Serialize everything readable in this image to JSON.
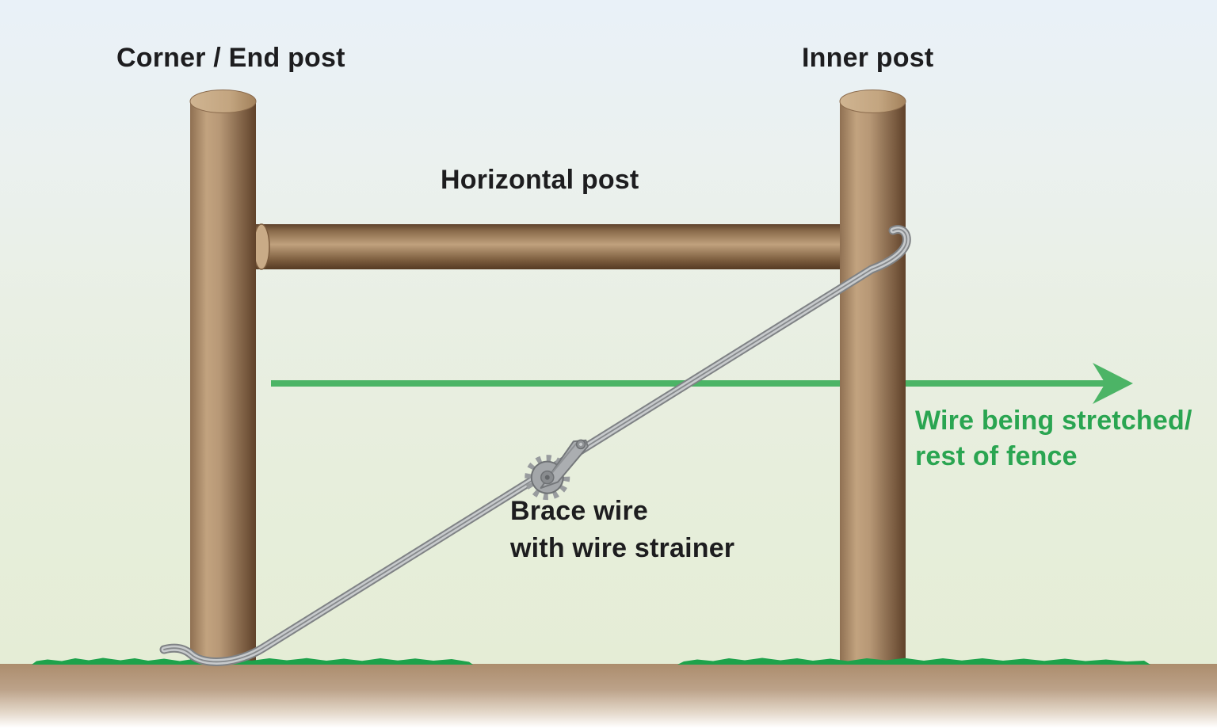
{
  "diagram": {
    "corner_post_label": "Corner / End post",
    "inner_post_label": "Inner post",
    "horizontal_post_label": "Horizontal post",
    "brace_wire_label": {
      "line1": "Brace wire",
      "line2": "with wire strainer"
    },
    "stretch_label": {
      "line1": "Wire being stretched/",
      "line2": "rest of fence"
    },
    "colors": {
      "label_text": "#1d1d1f",
      "stretch_text_green": "#2aa551",
      "arrow_green": "#4cb466",
      "grass_green": "#1ea24b",
      "post_brown_highlight": "#c3a480",
      "post_brown_dark": "#60422a",
      "soil_brown": "#ac8d6d",
      "wire_gray_light": "#c7cacc",
      "wire_gray_dark": "#7f8285",
      "sky_top": "#e9f1f8",
      "field_green": "#e5edd6"
    }
  }
}
